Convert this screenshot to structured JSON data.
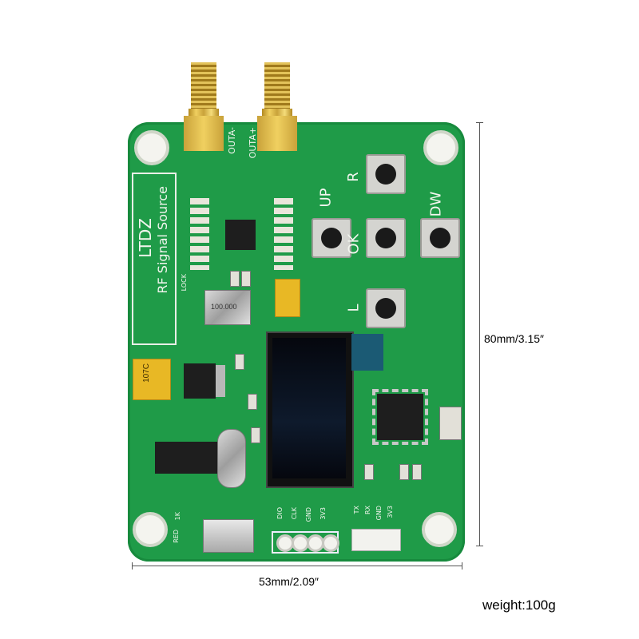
{
  "board": {
    "title": "LTDZ",
    "subtitle": "RF Signal Source",
    "outputs": [
      "OUTA-",
      "OUTA+"
    ],
    "buttons": [
      "UP",
      "R",
      "OK",
      "DW",
      "L"
    ],
    "header_labels": [
      "DIO",
      "CLK",
      "GND",
      "3V3"
    ],
    "serial_labels": [
      "TX",
      "RX",
      "GND",
      "3V3"
    ],
    "crystal_label": "100.000",
    "cap_label": "107C",
    "lock_label": "LOCK",
    "red_label": "RED",
    "res_label": "1K"
  },
  "dimensions": {
    "height": "80mm/3.15″",
    "width": "53mm/2.09″"
  },
  "weight": "weight:100g",
  "colors": {
    "pcb": "#1f9b48",
    "silk": "#f2f5ee",
    "gold": "#e0c050"
  }
}
